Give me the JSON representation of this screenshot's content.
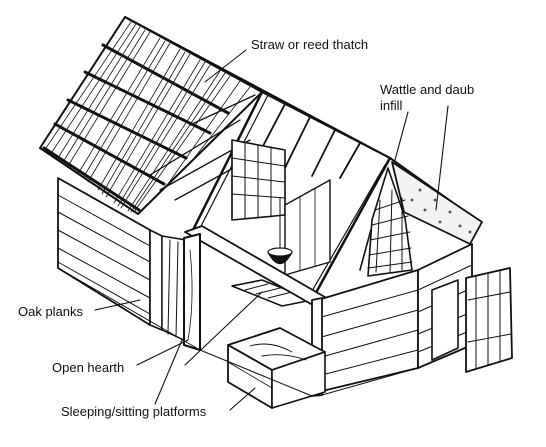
{
  "labels": {
    "thatch": "Straw or reed thatch",
    "wattle_line1": "Wattle and daub",
    "wattle_line2": "infill",
    "oak": "Oak planks",
    "hearth": "Open hearth",
    "platforms": "Sleeping/sitting platforms"
  },
  "colors": {
    "ink": "#111111",
    "paper": "#ffffff",
    "daub": "#f2f2f2"
  }
}
